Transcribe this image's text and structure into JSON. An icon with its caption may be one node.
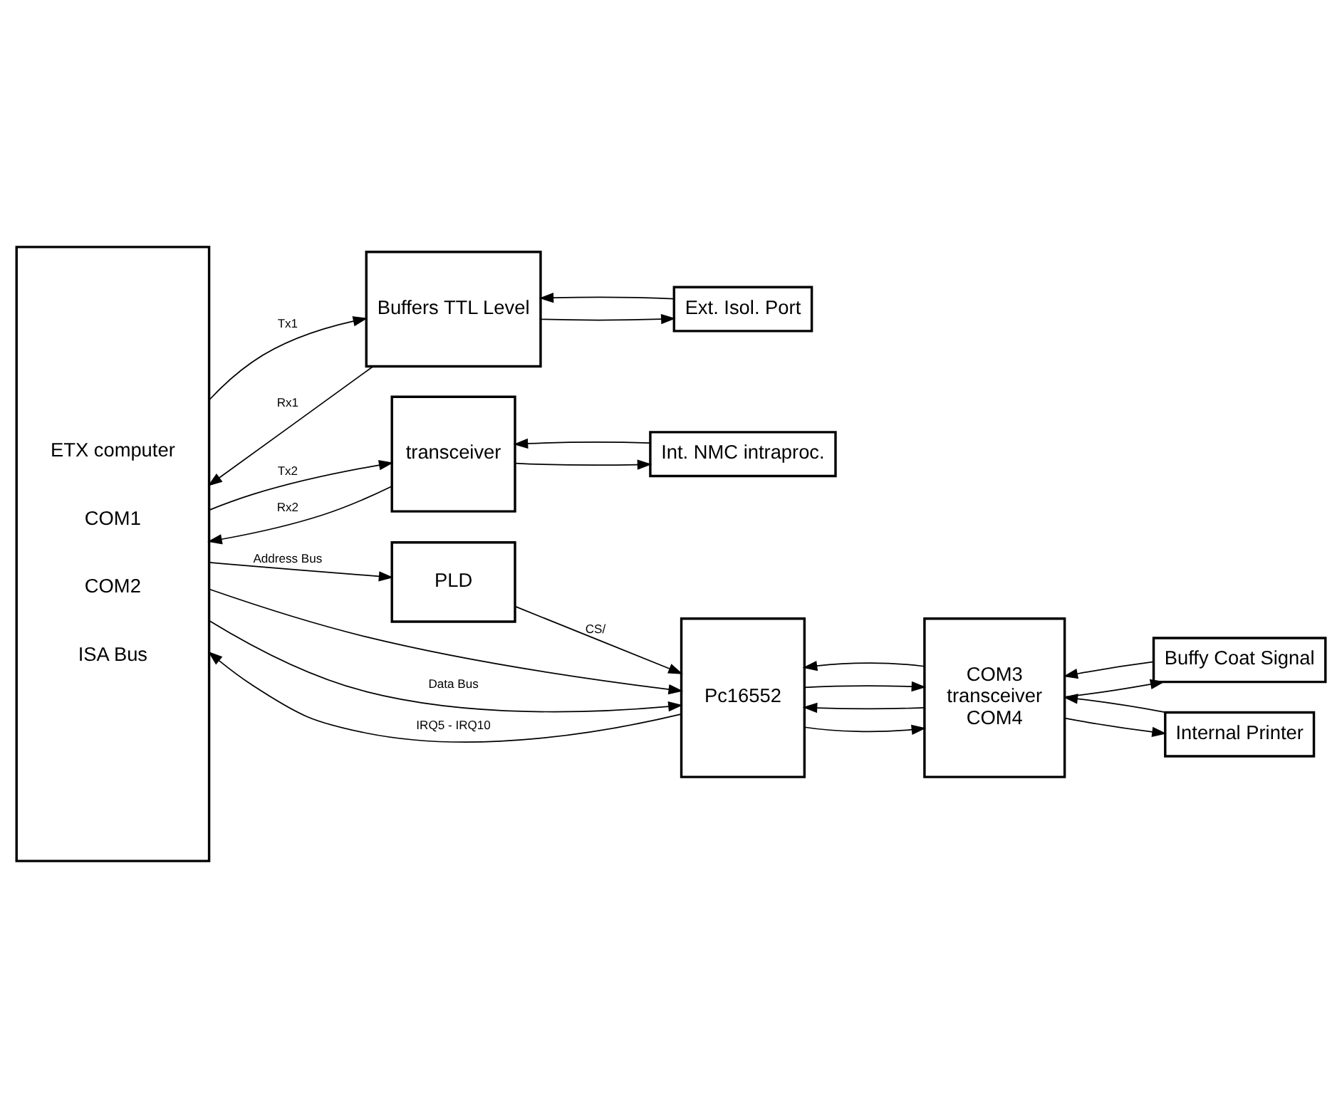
{
  "diagram": {
    "nodes": [
      {
        "text": [
          "ETX computer",
          "COM1",
          "COM2",
          "ISA Bus"
        ]
      },
      {
        "text": [
          "Buffers TTL Level"
        ]
      },
      {
        "text": [
          "Ext. Isol. Port"
        ]
      },
      {
        "text": [
          "transceiver"
        ]
      },
      {
        "text": [
          "Int. NMC intraproc."
        ]
      },
      {
        "text": [
          "PLD"
        ]
      },
      {
        "text": [
          "Pc16552"
        ]
      },
      {
        "text": [
          "COM3",
          "transceiver",
          "COM4"
        ]
      },
      {
        "text": [
          "Buffy Coat Signal"
        ]
      },
      {
        "text": [
          "Internal Printer"
        ]
      }
    ],
    "edges": [
      {
        "from": 0,
        "to": 1,
        "arrow": "to",
        "label": "Tx1"
      },
      {
        "from": 1,
        "to": 0,
        "arrow": "to",
        "label": "Rx1"
      },
      {
        "from": 1,
        "to": 2,
        "arrow": "to"
      },
      {
        "from": 2,
        "to": 1,
        "arrow": "to"
      },
      {
        "from": 0,
        "to": 3,
        "arrow": "to",
        "label": "Tx2"
      },
      {
        "from": 3,
        "to": 0,
        "arrow": "to",
        "label": "Rx2"
      },
      {
        "from": 3,
        "to": 4,
        "arrow": "to"
      },
      {
        "from": 4,
        "to": 3,
        "arrow": "to"
      },
      {
        "from": 0,
        "to": 5,
        "arrow": "to",
        "label": "Address Bus"
      },
      {
        "from": 0,
        "to": 6,
        "arrow": "to"
      },
      {
        "from": 5,
        "to": 6,
        "arrow": "to",
        "label": "CS/"
      },
      {
        "from": 0,
        "to": 6,
        "arrow": "to",
        "label": "Data Bus"
      },
      {
        "from": 6,
        "to": 0,
        "arrow": "to",
        "label": "IRQ5 - IRQ10"
      },
      {
        "from": 7,
        "to": 6,
        "arrow": "to"
      },
      {
        "from": 6,
        "to": 7,
        "arrow": "to"
      },
      {
        "from": 6,
        "to": 7,
        "arrow": "to"
      },
      {
        "from": 7,
        "to": 6,
        "arrow": "to"
      },
      {
        "from": 7,
        "to": 8,
        "arrow": "to"
      },
      {
        "from": 8,
        "to": 7,
        "arrow": "to"
      },
      {
        "from": 7,
        "to": 9,
        "arrow": "to"
      },
      {
        "from": 9,
        "to": 7,
        "arrow": "to"
      }
    ]
  }
}
